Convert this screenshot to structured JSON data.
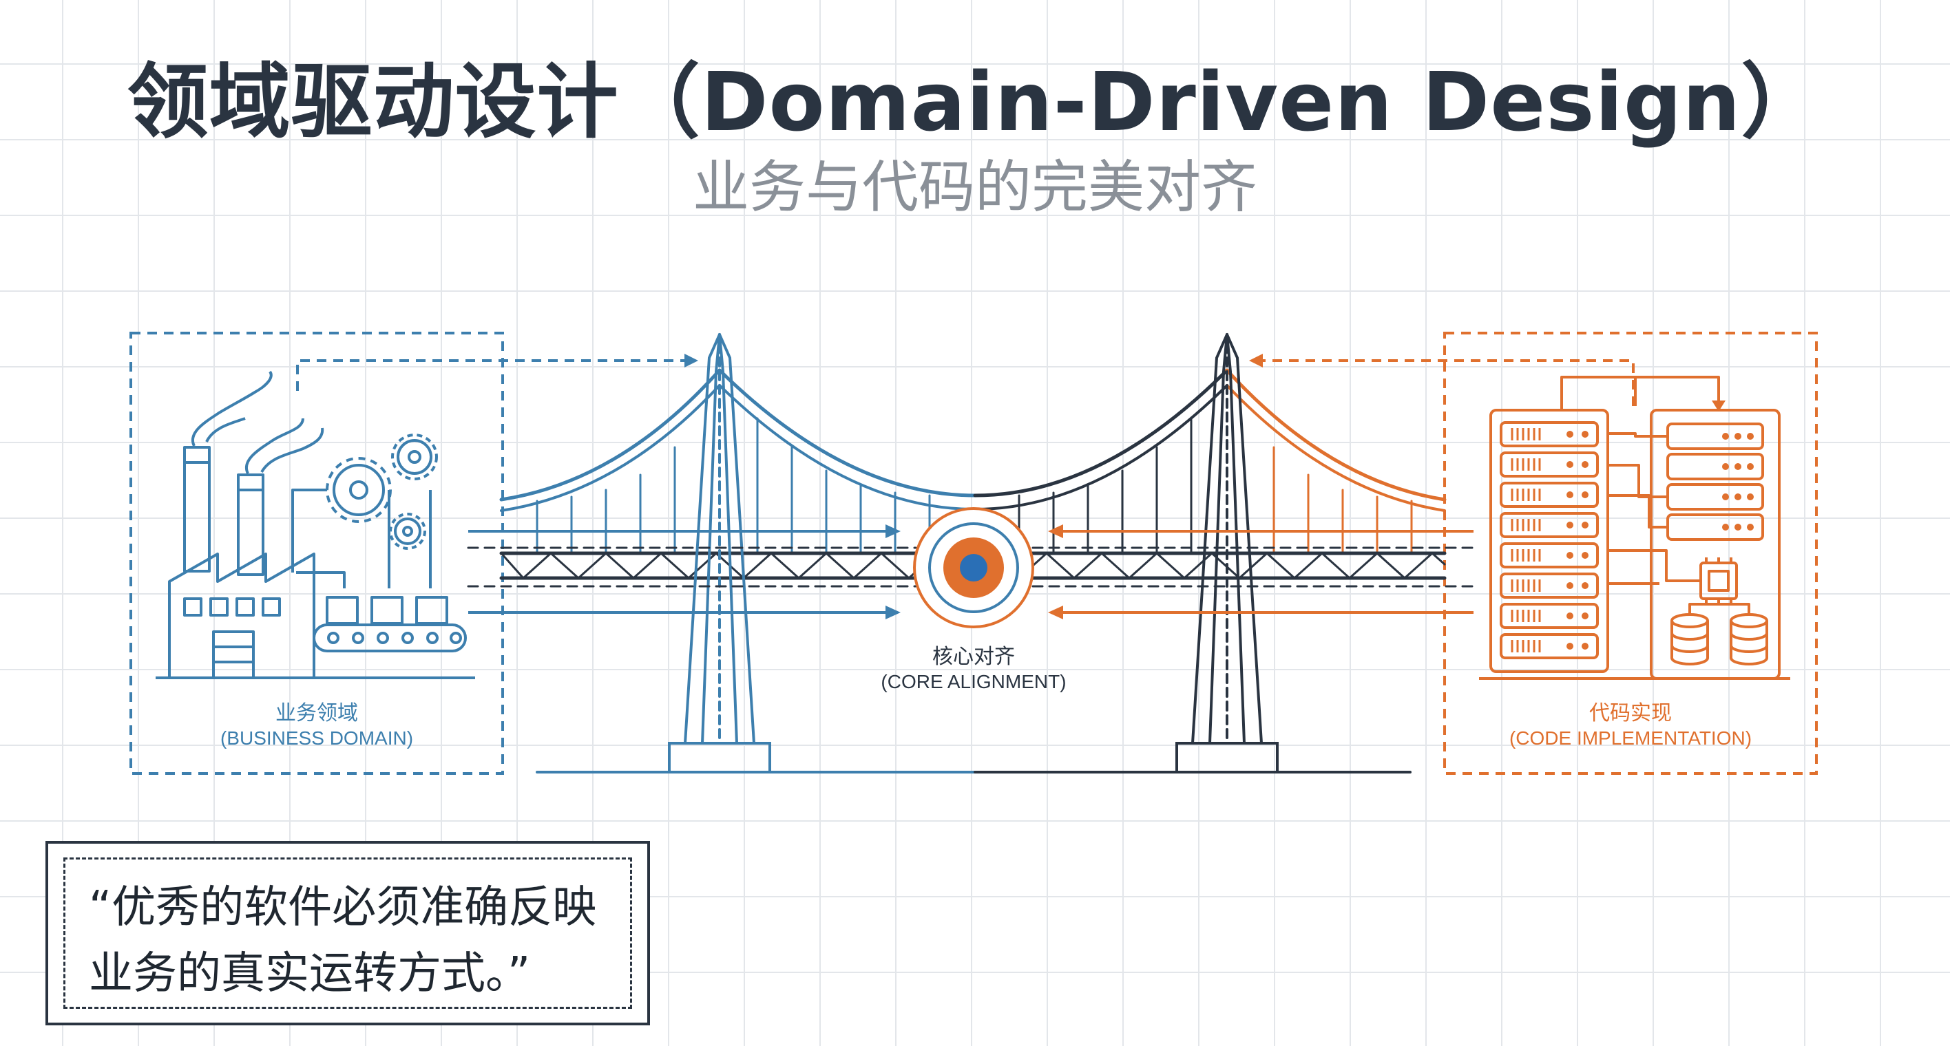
{
  "header": {
    "title": "领域驱动设计（Domain-Driven Design）",
    "subtitle": "业务与代码的完美对齐"
  },
  "business_domain": {
    "label_zh": "业务领域",
    "label_en": "(BUSINESS DOMAIN)"
  },
  "core": {
    "label_zh": "核心对齐",
    "label_en": "(CORE ALIGNMENT)"
  },
  "code_implementation": {
    "label_zh": "代码实现",
    "label_en": "(CODE IMPLEMENTATION)"
  },
  "quote": {
    "line1": "“优秀的软件必须准确反映",
    "line2": "业务的真实运转方式。”"
  },
  "colors": {
    "blue": "#3d7fae",
    "orange": "#e0702e",
    "dark": "#2a3441",
    "core_blue": "#2a6fb6"
  }
}
